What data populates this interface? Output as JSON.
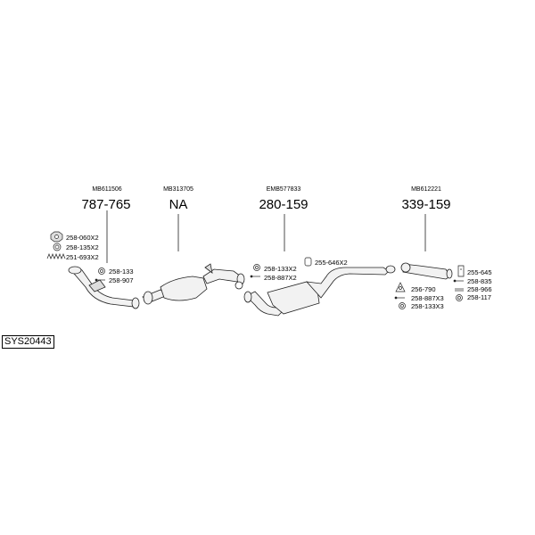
{
  "system_code": "SYS20443",
  "groups": [
    {
      "oem": "MB611506",
      "number": "787-765"
    },
    {
      "oem": "MB313705",
      "number": "NA"
    },
    {
      "oem": "EMB577833",
      "number": "280-159"
    },
    {
      "oem": "MB612221",
      "number": "339-159"
    }
  ],
  "parts": [
    "258-060X2",
    "258-135X2",
    "251-693X2",
    "258-133",
    "258-907",
    "258-133X2",
    "258-887X2",
    "255-646X2",
    "255-645",
    "258-835",
    "258-966",
    "258-117",
    "256-790",
    "258-887X3",
    "258-133X3"
  ]
}
